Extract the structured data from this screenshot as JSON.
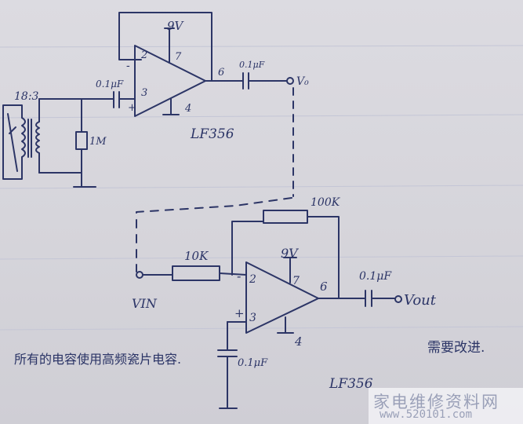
{
  "top_stage": {
    "supply_label": "9V",
    "pin_inverting": "2",
    "pin_supply": "7",
    "pin_noninverting": "3",
    "pin_output": "6",
    "pin_ground": "4",
    "opamp_sign_minus": "-",
    "opamp_sign_plus": "+",
    "input_cap_label": "0.1μF",
    "output_cap_label": "0.1μF",
    "output_label": "V₀",
    "transformer_ratio": "18:3",
    "bias_resistor_label": "1M",
    "chip_label": "LF356"
  },
  "bottom_stage": {
    "feedback_resistor_label": "100K",
    "input_resistor_label": "10K",
    "supply_label": "9V",
    "pin_inverting": "2",
    "pin_supply": "7",
    "pin_output": "6",
    "pin_noninverting": "3",
    "pin_ground": "4",
    "sign_minus": "-",
    "sign_plus": "+",
    "output_cap_label": "0.1μF",
    "output_label": "Vout",
    "input_label": "VIN",
    "bypass_cap_label": "0.1μF",
    "chip_label": "LF356"
  },
  "notes": {
    "capacitor_note": "所有的电容使用高频瓷片电容.",
    "improve_note": "需要改进."
  },
  "watermark": {
    "title": "家电维修资料网",
    "url": "www.520101.com"
  }
}
